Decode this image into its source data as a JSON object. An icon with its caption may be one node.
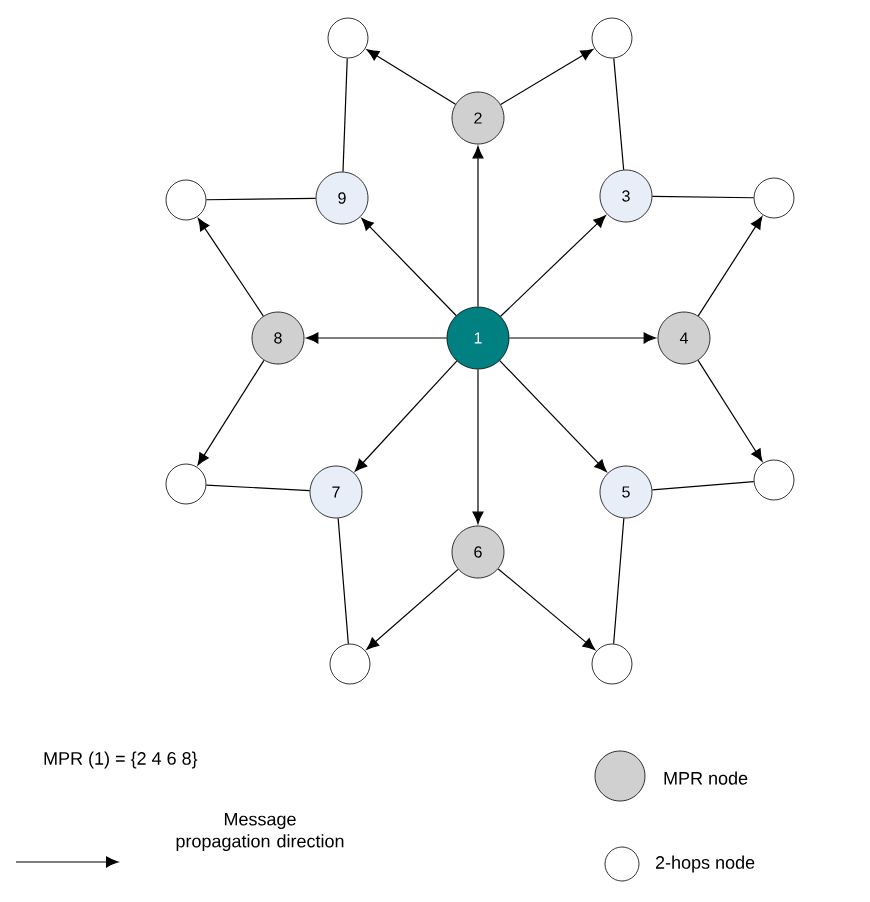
{
  "diagram": {
    "nodes": [
      {
        "text": [],
        "shape": "circle"
      },
      {
        "text": [],
        "shape": "circle"
      },
      {
        "text": [
          "2"
        ]
      },
      {
        "text": [],
        "shape": "circle"
      },
      {
        "text": [
          "9"
        ]
      },
      {
        "text": [
          "3"
        ]
      },
      {
        "text": [],
        "shape": "circle"
      },
      {
        "text": [
          "8"
        ]
      },
      {
        "text": [
          "1"
        ]
      },
      {
        "text": [
          "4"
        ]
      },
      {
        "text": [],
        "shape": "circle"
      },
      {
        "text": [
          "7"
        ]
      },
      {
        "text": [
          "5"
        ]
      },
      {
        "text": [],
        "shape": "circle"
      },
      {
        "text": [
          "6"
        ]
      },
      {
        "text": [],
        "shape": "circle"
      },
      {
        "text": [],
        "shape": "circle"
      }
    ],
    "edges": [
      {
        "from": 8,
        "to": 2,
        "arrow": "to"
      },
      {
        "from": 8,
        "to": 5,
        "arrow": "to"
      },
      {
        "from": 8,
        "to": 9,
        "arrow": "to"
      },
      {
        "from": 8,
        "to": 12,
        "arrow": "to"
      },
      {
        "from": 8,
        "to": 14,
        "arrow": "to"
      },
      {
        "from": 8,
        "to": 11,
        "arrow": "to"
      },
      {
        "from": 8,
        "to": 7,
        "arrow": "to"
      },
      {
        "from": 8,
        "to": 4,
        "arrow": "to"
      },
      {
        "from": 2,
        "to": 0,
        "arrow": "to"
      },
      {
        "from": 2,
        "to": 1,
        "arrow": "to"
      },
      {
        "from": 4,
        "to": 0,
        "arrow": "none"
      },
      {
        "from": 4,
        "to": 3,
        "arrow": "none"
      },
      {
        "from": 5,
        "to": 1,
        "arrow": "none"
      },
      {
        "from": 5,
        "to": 6,
        "arrow": "none"
      },
      {
        "from": 7,
        "to": 3,
        "arrow": "to"
      },
      {
        "from": 7,
        "to": 10,
        "arrow": "to"
      },
      {
        "from": 9,
        "to": 6,
        "arrow": "to"
      },
      {
        "from": 9,
        "to": 13,
        "arrow": "to"
      },
      {
        "from": 11,
        "to": 10,
        "arrow": "none"
      },
      {
        "from": 11,
        "to": 15,
        "arrow": "none"
      },
      {
        "from": 12,
        "to": 13,
        "arrow": "none"
      },
      {
        "from": 12,
        "to": 16,
        "arrow": "none"
      },
      {
        "from": 14,
        "to": 15,
        "arrow": "to"
      },
      {
        "from": 14,
        "to": 16,
        "arrow": "to"
      }
    ],
    "labels": [
      "MPR (1) = {2 4 6 8}"
    ],
    "legend": [
      {
        "text": "MPR node",
        "color": "#d0d0d0"
      },
      {
        "text": "Message propagation direction"
      },
      {
        "text": "2-hops node"
      }
    ]
  }
}
